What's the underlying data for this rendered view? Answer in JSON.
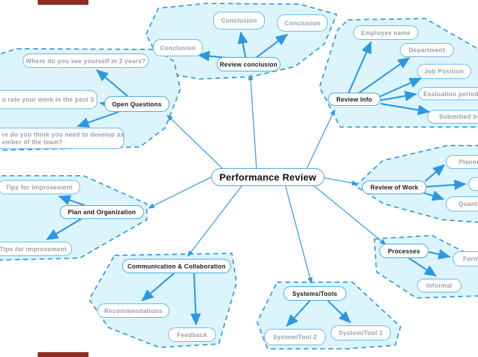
{
  "title": "Performance Review mind map",
  "colors": {
    "connector_blue": "#2b97e3",
    "cluster_fill": "#dcf5fc",
    "cluster_border": "#2f9ae4",
    "subtopic_border": "#62b4ea",
    "main_topic_border": "#3fa2e6",
    "subtopic_text": "#9aa1a8",
    "main_topic_text": "#15191d",
    "corner_marker_red": "#8b2e23"
  },
  "center": {
    "label": "Performance Review"
  },
  "branches": {
    "review_conclusion": {
      "label": "Review conclusion",
      "children": [
        {
          "label": "Conclusion"
        },
        {
          "label": "Conclusion"
        },
        {
          "label": "Conclusion"
        }
      ]
    },
    "review_info": {
      "label": "Review Info",
      "children": [
        {
          "label": "Employee name"
        },
        {
          "label": "Department"
        },
        {
          "label": "Job Position"
        },
        {
          "label": "Evaluation period"
        },
        {
          "label": "Submitted by"
        }
      ]
    },
    "review_of_work": {
      "label": "Review of Work",
      "children": [
        {
          "label": "Planned"
        },
        {
          "label": ""
        },
        {
          "label": "Quantity"
        }
      ]
    },
    "processes": {
      "label": "Processes",
      "children": [
        {
          "label": "Formal"
        },
        {
          "label": "Informal"
        }
      ]
    },
    "systems_tools": {
      "label": "Systems/Tools",
      "children": [
        {
          "label": "System/Tool 2"
        },
        {
          "label": "System/Tool 1"
        }
      ]
    },
    "communication": {
      "label": "Communication & Collaboration",
      "children": [
        {
          "label": "Recommendations"
        },
        {
          "label": "Feedback"
        }
      ]
    },
    "plan_org": {
      "label": "Plan and Organization",
      "children": [
        {
          "label": "Tips for improvement"
        },
        {
          "label": "Tips for improvement"
        }
      ]
    },
    "open_questions": {
      "label": "Open Questions",
      "children": [
        {
          "label": "Where do you see yourself in 2 years?"
        },
        {
          "label": "u rate your work in the past 3"
        },
        {
          "label": "re do you think you need to develop as",
          "label2": "ember of the team?"
        }
      ]
    }
  }
}
